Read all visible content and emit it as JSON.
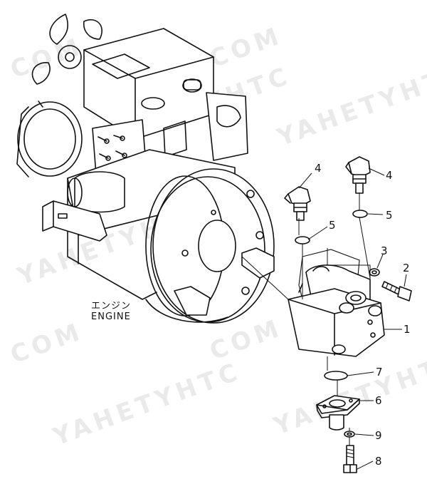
{
  "engine_label": {
    "jp": "エンジン",
    "en": "ENGINE"
  },
  "callouts": [
    "1",
    "2",
    "3",
    "4",
    "4",
    "5",
    "5",
    "6",
    "7",
    "8",
    "9"
  ],
  "watermarks": [
    "COM",
    "COM",
    "YAHETYHTC",
    "YAHETYHTC COM",
    "YAHETYHTC",
    "COM",
    "YAHETYHTC",
    "YAHETYHTC",
    "COM"
  ],
  "colors": {
    "line": "#111111",
    "background": "#ffffff",
    "watermark": "#d9d9d9"
  }
}
